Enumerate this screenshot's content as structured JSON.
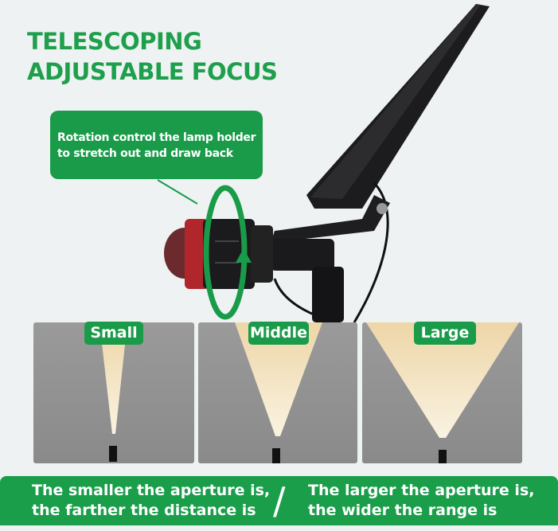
{
  "title": {
    "line1": "TELESCOPING",
    "line2": "ADJUSTABLE FOCUS"
  },
  "callout": {
    "line1": "Rotation control the lamp holder",
    "line2": "to stretch out and draw back"
  },
  "beams": [
    {
      "label": "Small"
    },
    {
      "label": "Middle"
    },
    {
      "label": "Large"
    }
  ],
  "bottom": {
    "left_line1": "The smaller the aperture is,",
    "left_line2": "the farther the distance is",
    "separator": "/",
    "right_line1": "The larger the aperture is,",
    "right_line2": "the wider the range is"
  },
  "colors": {
    "accent": "#1a9b49",
    "background": "#eef2f3"
  }
}
